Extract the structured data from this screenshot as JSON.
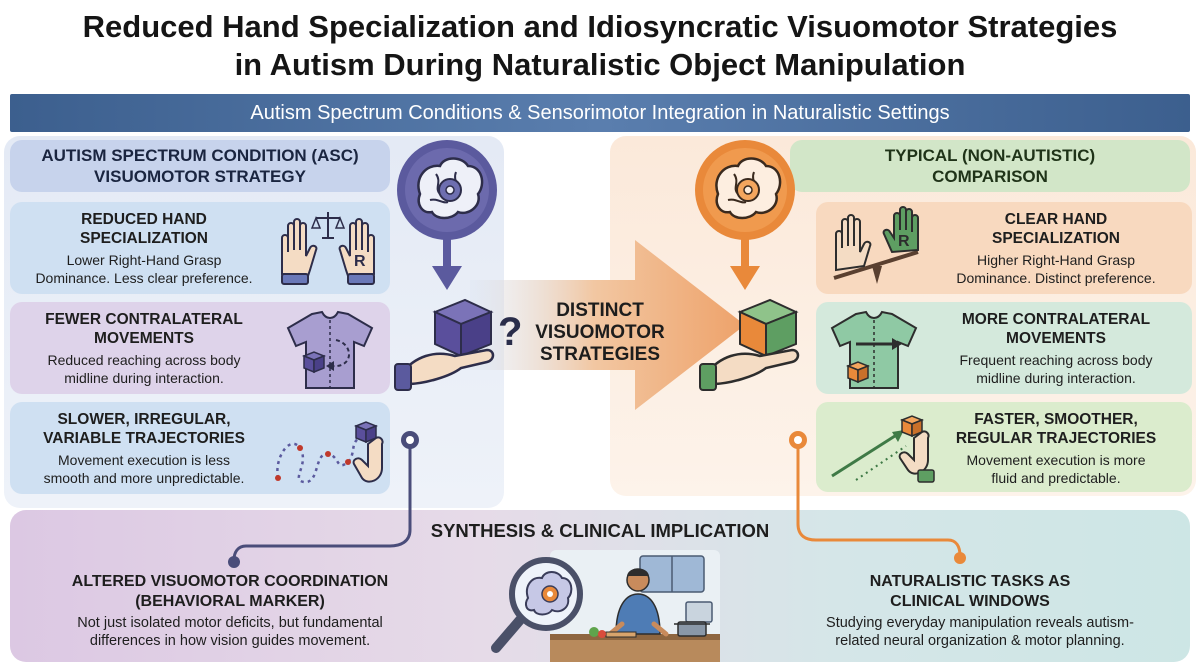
{
  "title": {
    "line1": "Reduced Hand Specialization and Idiosyncratic Visuomotor Strategies",
    "line2": "in Autism During Naturalistic Object Manipulation"
  },
  "banner": "Autism Spectrum Conditions & Sensorimotor Integration in Naturalistic Settings",
  "left": {
    "header_line1": "AUTISM SPECTRUM CONDITION (ASC)",
    "header_line2": "VISUOMOTOR STRATEGY",
    "cards": [
      {
        "title1": "REDUCED HAND",
        "title2": "SPECIALIZATION",
        "desc1": "Lower Right-Hand Grasp",
        "desc2": "Dominance. Less clear preference."
      },
      {
        "title1": "FEWER CONTRALATERAL",
        "title2": "MOVEMENTS",
        "desc1": "Reduced reaching across body",
        "desc2": "midline during interaction."
      },
      {
        "title1": "SLOWER, IRREGULAR,",
        "title2": "VARIABLE TRAJECTORIES",
        "desc1": "Movement execution is less",
        "desc2": "smooth and more unpredictable."
      }
    ]
  },
  "right": {
    "header_line1": "TYPICAL (NON-AUTISTIC)",
    "header_line2": "COMPARISON",
    "cards": [
      {
        "title1": "CLEAR HAND",
        "title2": "SPECIALIZATION",
        "desc1": "Higher Right-Hand Grasp",
        "desc2": "Dominance. Distinct preference."
      },
      {
        "title1": "MORE CONTRALATERAL",
        "title2": "MOVEMENTS",
        "desc1": "Frequent reaching across body",
        "desc2": "midline during interaction."
      },
      {
        "title1": "FASTER, SMOOTHER,",
        "title2": "REGULAR TRAJECTORIES",
        "desc1": "Movement execution is more",
        "desc2": "fluid and predictable."
      }
    ]
  },
  "center": {
    "line1": "DISTINCT",
    "line2": "VISUOMOTOR",
    "line3": "STRATEGIES",
    "question": "?"
  },
  "hand_letter": "R",
  "synthesis": {
    "title": "SYNTHESIS & CLINICAL IMPLICATION",
    "left_title1": "ALTERED VISUOMOTOR COORDINATION",
    "left_title2": "(BEHAVIORAL MARKER)",
    "left_desc1": "Not just isolated motor deficits, but fundamental",
    "left_desc2": "differences in how vision guides movement.",
    "right_title1": "NATURALISTIC TASKS AS",
    "right_title2": "CLINICAL WINDOWS",
    "right_desc1": "Studying everyday manipulation reveals autism-",
    "right_desc2": "related neural organization & motor planning."
  },
  "colors": {
    "banner": "#3c5f8e",
    "asc_accent": "#5b5a9e",
    "typical_accent": "#e9893a",
    "cube_purple": "#5a4f9c",
    "cube_green": "#5e9e62"
  },
  "icons": [
    "brain-gear-icon",
    "hands-scale-icon",
    "shirt-arrow-icon",
    "trajectory-icon",
    "hand-cube-icon",
    "magnifier-kitchen-icon",
    "big-arrow-icon"
  ]
}
